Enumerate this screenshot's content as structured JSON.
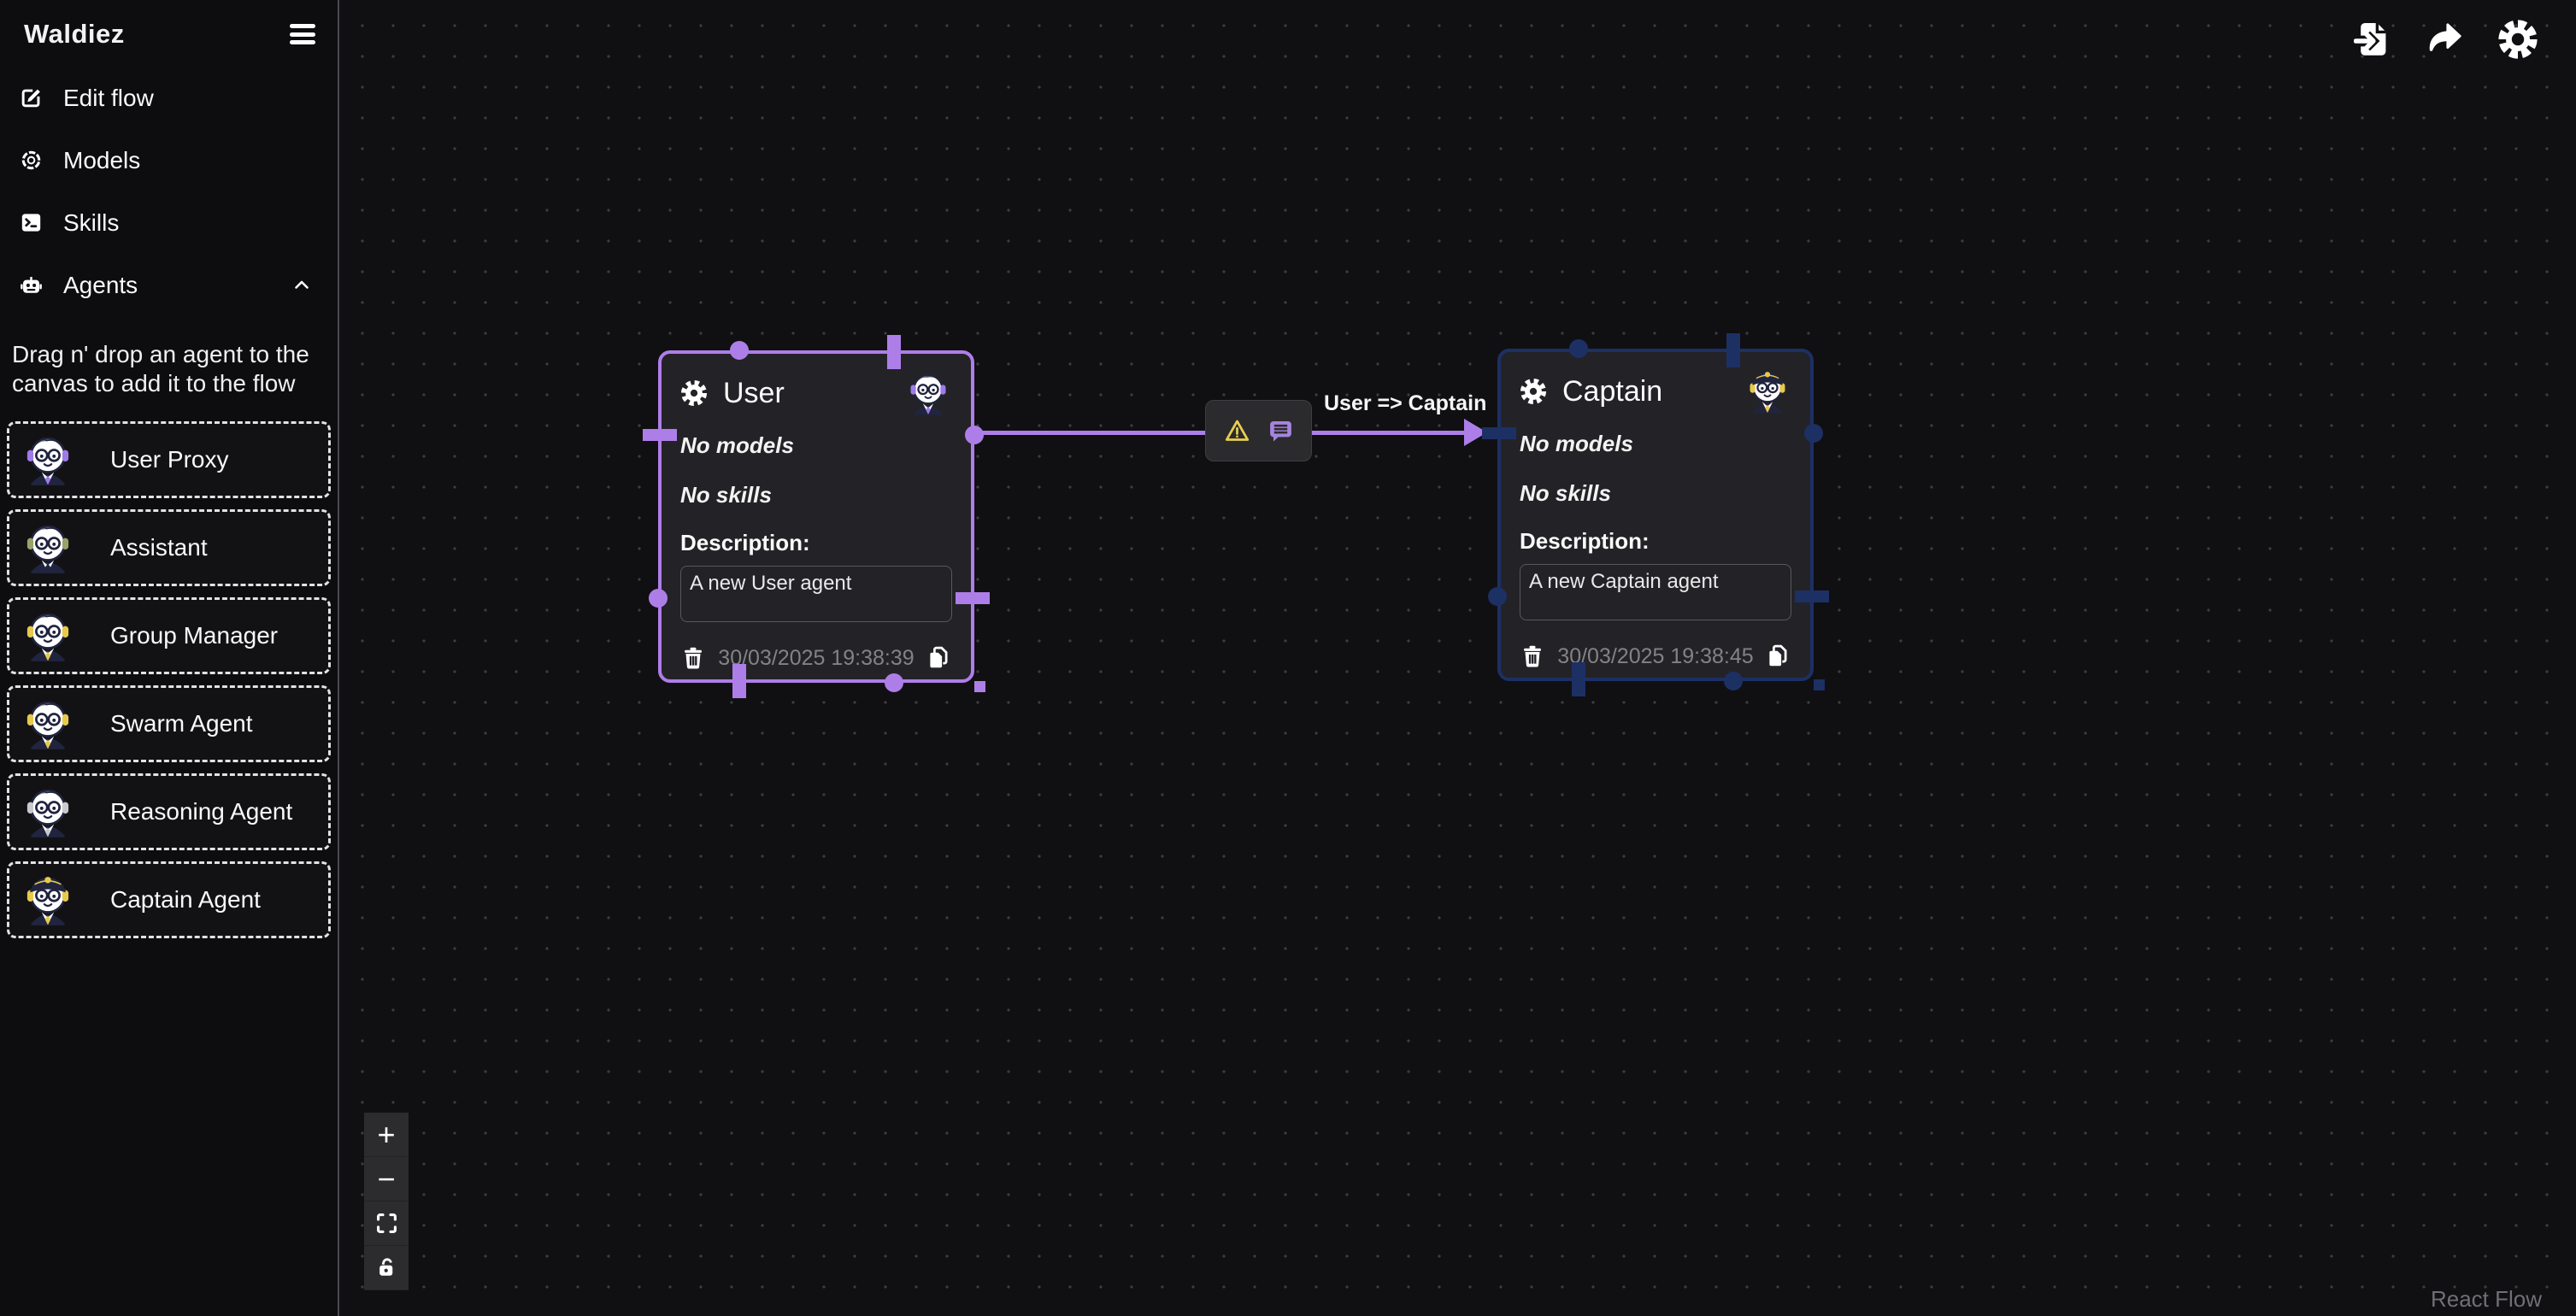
{
  "app": {
    "title": "Waldiez"
  },
  "sidebar": {
    "menu": [
      {
        "label": "Edit flow",
        "icon": "edit-icon"
      },
      {
        "label": "Models",
        "icon": "openai-icon"
      },
      {
        "label": "Skills",
        "icon": "terminal-icon"
      },
      {
        "label": "Agents",
        "icon": "robot-icon",
        "expanded": true
      }
    ],
    "hint": "Drag n' drop an agent to the canvas to add it to the flow",
    "agents": [
      {
        "label": "User Proxy"
      },
      {
        "label": "Assistant"
      },
      {
        "label": "Group Manager"
      },
      {
        "label": "Swarm Agent"
      },
      {
        "label": "Reasoning Agent"
      },
      {
        "label": "Captain Agent"
      }
    ]
  },
  "toolbar": {
    "icons": [
      "import-flow-icon",
      "export-flow-icon",
      "settings-icon"
    ]
  },
  "canvas": {
    "nodes": [
      {
        "title": "User",
        "models_text": "No models",
        "skills_text": "No skills",
        "description_label": "Description:",
        "description": "A new User agent",
        "timestamp": "30/03/2025 19:38:39",
        "accent_color": "#ae7ee8"
      },
      {
        "title": "Captain",
        "models_text": "No models",
        "skills_text": "No skills",
        "description_label": "Description:",
        "description": "A new Captain agent",
        "timestamp": "30/03/2025 19:38:45",
        "accent_color": "#1d3064"
      }
    ],
    "edge": {
      "label": "User => Captain",
      "color": "#ae7ee8",
      "warning_color": "#e8ce52"
    },
    "controls": {
      "zoom_in": "+",
      "zoom_out": "−"
    },
    "attribution": "React Flow"
  }
}
